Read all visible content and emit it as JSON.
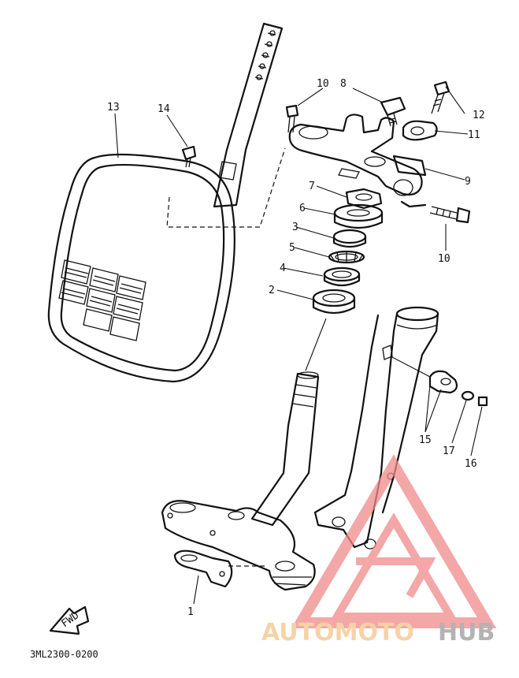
{
  "callouts": [
    {
      "id": "c1",
      "text": "1"
    },
    {
      "id": "c2",
      "text": "2"
    },
    {
      "id": "c3",
      "text": "3"
    },
    {
      "id": "c4",
      "text": "4"
    },
    {
      "id": "c5",
      "text": "5"
    },
    {
      "id": "c6",
      "text": "6"
    },
    {
      "id": "c7",
      "text": "7"
    },
    {
      "id": "c8",
      "text": "8"
    },
    {
      "id": "c9",
      "text": "9"
    },
    {
      "id": "c10a",
      "text": "10"
    },
    {
      "id": "c10b",
      "text": "10"
    },
    {
      "id": "c11",
      "text": "11"
    },
    {
      "id": "c12",
      "text": "12"
    },
    {
      "id": "c13",
      "text": "13"
    },
    {
      "id": "c14",
      "text": "14"
    },
    {
      "id": "c15",
      "text": "15"
    },
    {
      "id": "c16",
      "text": "16"
    },
    {
      "id": "c17",
      "text": "17"
    }
  ],
  "fwd_arrow_label": "FWD",
  "diagram_code": "3ML2300-0200",
  "watermark": {
    "part1": "AUTOMOTO",
    "part2": "HUB",
    "color_part1": "#f3c58a",
    "color_part2": "#9a9a9a",
    "logo_color": "#ef8a8a"
  }
}
